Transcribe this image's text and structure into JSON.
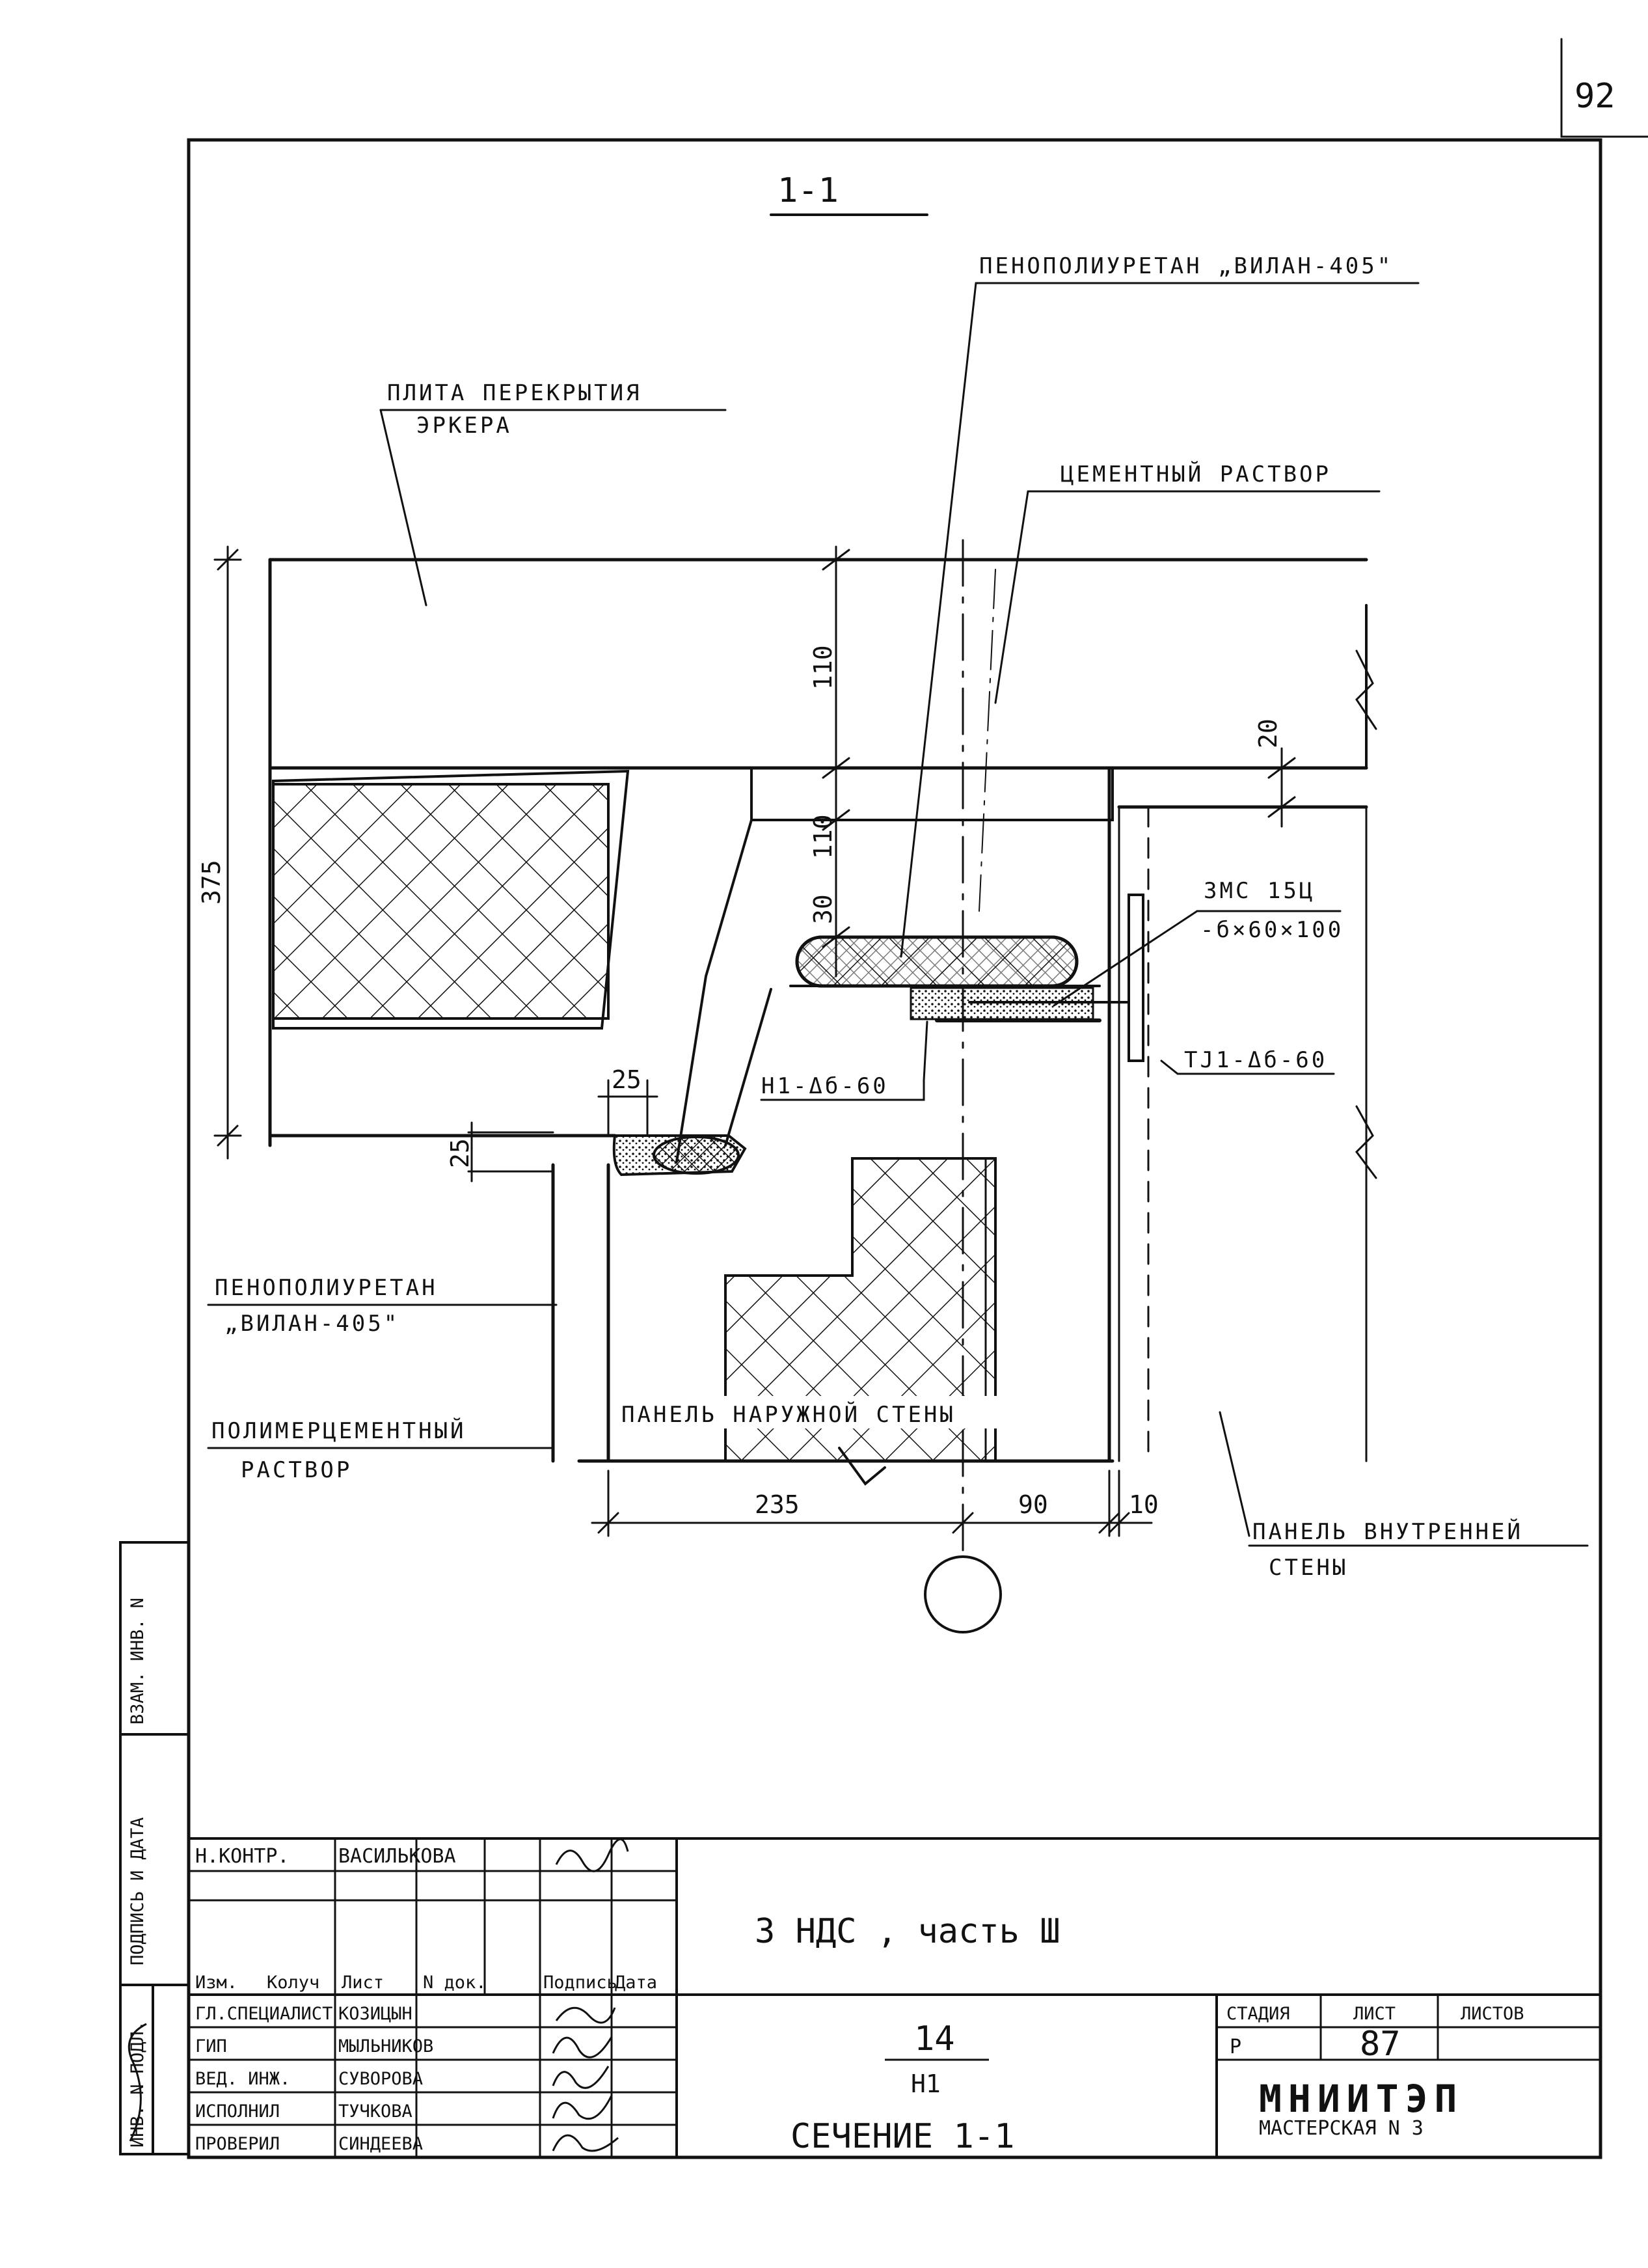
{
  "page_number": "92",
  "section_title": "1-1",
  "labels": {
    "foam_top": "ПЕНОПОЛИУРЕТАН „ВИЛАН-405\"",
    "slab_line1": "ПЛИТА ПЕРЕКРЫТИЯ",
    "slab_line2": "ЭРКЕРА",
    "cement": "ЦЕМЕНТНЫЙ РАСТВОР",
    "embed_line1": "ЗМС 15Ц",
    "embed_line2": "-б×60×100",
    "tie": "ТЈ1-Δб-60",
    "anchor": "Н1-Δб-60",
    "foam_left_line1": "ПЕНОПОЛИУРЕТАН",
    "foam_left_line2": "„ВИЛАН-405\"",
    "polymer_line1": "ПОЛИМЕРЦЕМЕНТНЫЙ",
    "polymer_line2": "РАСТВОР",
    "outer_panel": "ПАНЕЛЬ НАРУЖНОЙ СТЕНЫ",
    "inner_panel_line1": "ПАНЕЛЬ ВНУТРЕННЕЙ",
    "inner_panel_line2": "СТЕНЫ"
  },
  "dimensions": {
    "d375": "375",
    "d110a": "110",
    "d110b": "110",
    "d30": "30",
    "d20": "20",
    "d25a": "25",
    "d25b": "25",
    "d235": "235",
    "d90": "90",
    "d10": "10"
  },
  "side_stamp": {
    "inv_podl": "ИНВ. N ПОДЛ.",
    "podpis": "ПОДПИСЬ И ДАТА",
    "vzam": "ВЗАМ. ИНВ. N"
  },
  "title_block": {
    "header_row": {
      "role": "Н.КОНТР.",
      "name": "ВАСИЛЬКОВА"
    },
    "column_labels": [
      "Изм.",
      "Колуч",
      "Лист",
      "N док.",
      "Подпись",
      "Дата"
    ],
    "rows": [
      {
        "role": "ГЛ.СПЕЦИАЛИСТ",
        "name": "КОЗИЦЫН"
      },
      {
        "role": "ГИП",
        "name": "МЫЛЬНИКОВ"
      },
      {
        "role": "ВЕД. ИНЖ.",
        "name": "СУВОРОВА"
      },
      {
        "role": "ИСПОЛНИЛ",
        "name": "ТУЧКОВА"
      },
      {
        "role": "ПРОВЕРИЛ",
        "name": "СИНДЕЕВА"
      }
    ],
    "project": "3 НДС , часть Ш",
    "sheet_ref_top": "14",
    "sheet_ref_bottom": "Н1",
    "drawing_name": "СЕЧЕНИЕ 1-1",
    "stage_label": "СТАДИЯ",
    "sheet_label": "ЛИСТ",
    "sheets_label": "ЛИСТОВ",
    "stage": "Р",
    "sheet": "87",
    "sheets": "",
    "org": "МНИИТЭП",
    "org_sub": "МАСТЕРСКАЯ N 3"
  }
}
